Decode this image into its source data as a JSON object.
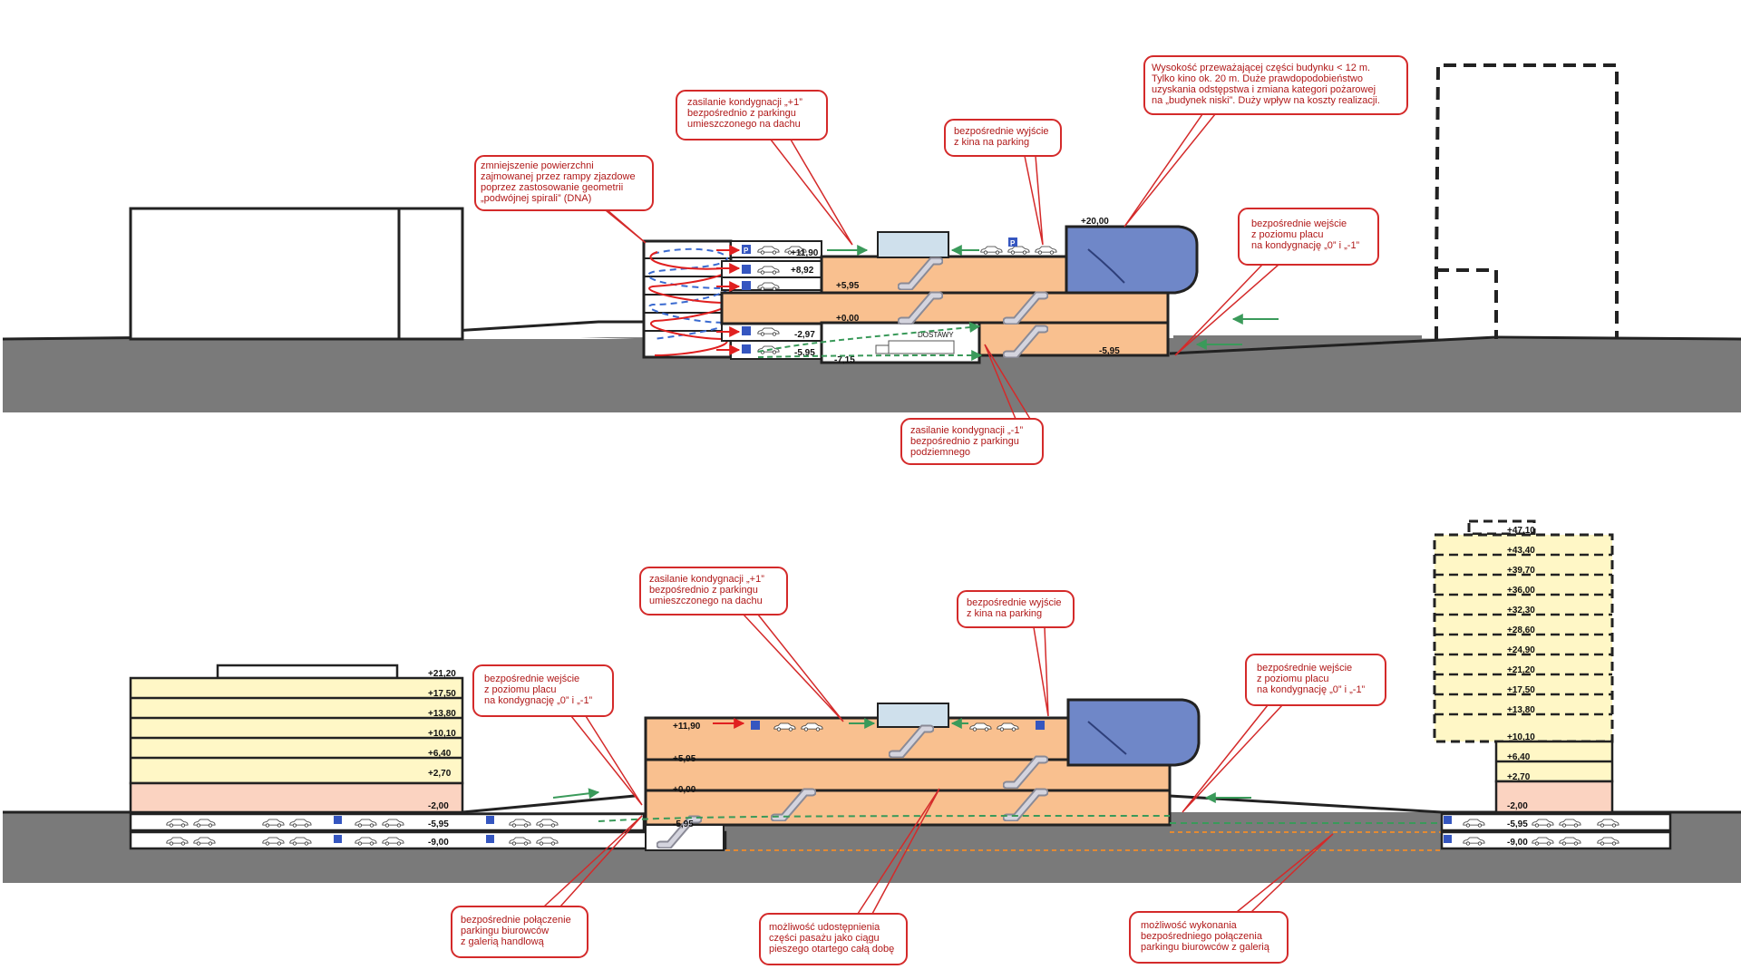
{
  "section_top": {
    "levels": {
      "roof_parking": "+11,90",
      "p8": "+8,92",
      "p595": "+5,95",
      "ground": "+0,00",
      "m297": "-2,97",
      "m595": "-5,95",
      "m595_mall": "-5,95",
      "m715": "-7,15",
      "cinema": "+20,00"
    },
    "deliveries_label": "DOSTAWY",
    "notes": {
      "dna_ramp": [
        "zmniejszenie powierzchni",
        "zajmowanej przez rampy zjazdowe",
        "poprzez zastosowanie geometrii",
        "„podwójnej spirali” (DNA)"
      ],
      "supply_plus1": [
        "zasilanie kondygnacji „+1”",
        "bezpośrednio z parkingu",
        "umieszczonego na dachu"
      ],
      "cinema_exit": [
        "bezpośrednie wyjście",
        "z kina na parking"
      ],
      "height": [
        "Wysokość przeważającej części budynku < 12 m.",
        "Tylko kino ok. 20 m. Duże  prawdopodobieństwo",
        "uzyskania odstępstwa i zmiana kategori pożarowej",
        "na „budynek niski”. Duży wpływ na koszty realizacji."
      ],
      "plaza_entry": [
        "bezpośrednie wejście",
        "z poziomu placu",
        "na kondygnację „0” i „-1”"
      ],
      "supply_minus1": [
        "zasilanie kondygnacji „-1”",
        "bezpośrednio z parkingu",
        "podziemnego"
      ]
    }
  },
  "section_bottom": {
    "office_left_levels": [
      "+21,20",
      "+17,50",
      "+13,80",
      "+10,10",
      "+6,40",
      "+2,70",
      "-2,00",
      "-5,95",
      "-9,00"
    ],
    "tower_levels": [
      "+47,10",
      "+43,40",
      "+39,70",
      "+36,00",
      "+32,30",
      "+28,60",
      "+24,90",
      "+21,20",
      "+17,50",
      "+13,80",
      "+10,10",
      "+6,40",
      "+2,70",
      "-2,00",
      "-5,95",
      "-9,00"
    ],
    "mall_levels": {
      "roof": "+11,90",
      "first": "+5,95",
      "ground": "+0,00",
      "basement": "-5,95"
    },
    "notes": {
      "supply_plus1": [
        "zasilanie kondygnacji „+1”",
        "bezpośrednio z parkingu",
        "umieszczonego na dachu"
      ],
      "cinema_exit": [
        "bezpośrednie wyjście",
        "z kina na parking"
      ],
      "plaza_entry_left": [
        "bezpośrednie wejście",
        "z poziomu placu",
        "na kondygnację „0” i „-1”"
      ],
      "plaza_entry_right": [
        "bezpośrednie wejście",
        "z poziomu placu",
        "na kondygnację „0” i „-1”"
      ],
      "office_link": [
        "bezpośrednie połączenie",
        "parkingu biurowców",
        "z galerią handlową"
      ],
      "passage": [
        "możliwość udostępnienia",
        "części pasażu jako ciągu",
        "pieszego otartego całą dobę"
      ],
      "direct_link": [
        "możliwość wykonania",
        "bezpośredniego połączenia",
        "parkingu biurowców z galerią"
      ]
    }
  },
  "parking_symbol": "P",
  "colors": {
    "ground": "#7a7a7a",
    "mall": "#f9c08f",
    "cinema": "#6f87c8",
    "office": "#fff7c6",
    "office_basement": "#fbd3c1",
    "note_border": "#d42a2a",
    "flow_red": "#e02020",
    "flow_green": "#3a9a5a",
    "flow_blue": "#3a6ad0",
    "parking_badge": "#3556c0"
  }
}
